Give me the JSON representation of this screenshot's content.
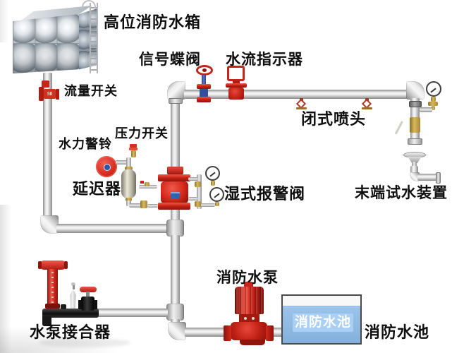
{
  "diagram": {
    "type": "wet-pipe fire sprinkler system schematic",
    "labels": {
      "tank": "高位消防水箱",
      "signal_butterfly_valve": "信号蝶阀",
      "water_flow_indicator": "水流指示器",
      "flow_switch": "流量开关",
      "closed_sprinklers": "闭式喷头",
      "pressure_switch": "压力开关",
      "hydraulic_alarm_bell": "水力警铃",
      "delayer": "延迟器",
      "wet_alarm_valve": "湿式报警阀",
      "end_test_device": "末端试水装置",
      "fire_pump": "消防水泵",
      "pump_coupler": "水泵接合器",
      "fire_pool": "消防水池",
      "fire_pool_inner": "消防水池"
    },
    "marks": {
      "flow_switch_dn": "50"
    },
    "colors": {
      "equipment_red": "#c9241a",
      "pipe_silver": "#d9d9d9",
      "brass": "#bfa045",
      "valve_black": "#1d1d1d",
      "pool_water_blue": "#8fbbe3",
      "pool_label_blue": "#a9cff4",
      "bell_center_blue": "#2a57a8",
      "label_text": "#0f0f0f"
    }
  }
}
